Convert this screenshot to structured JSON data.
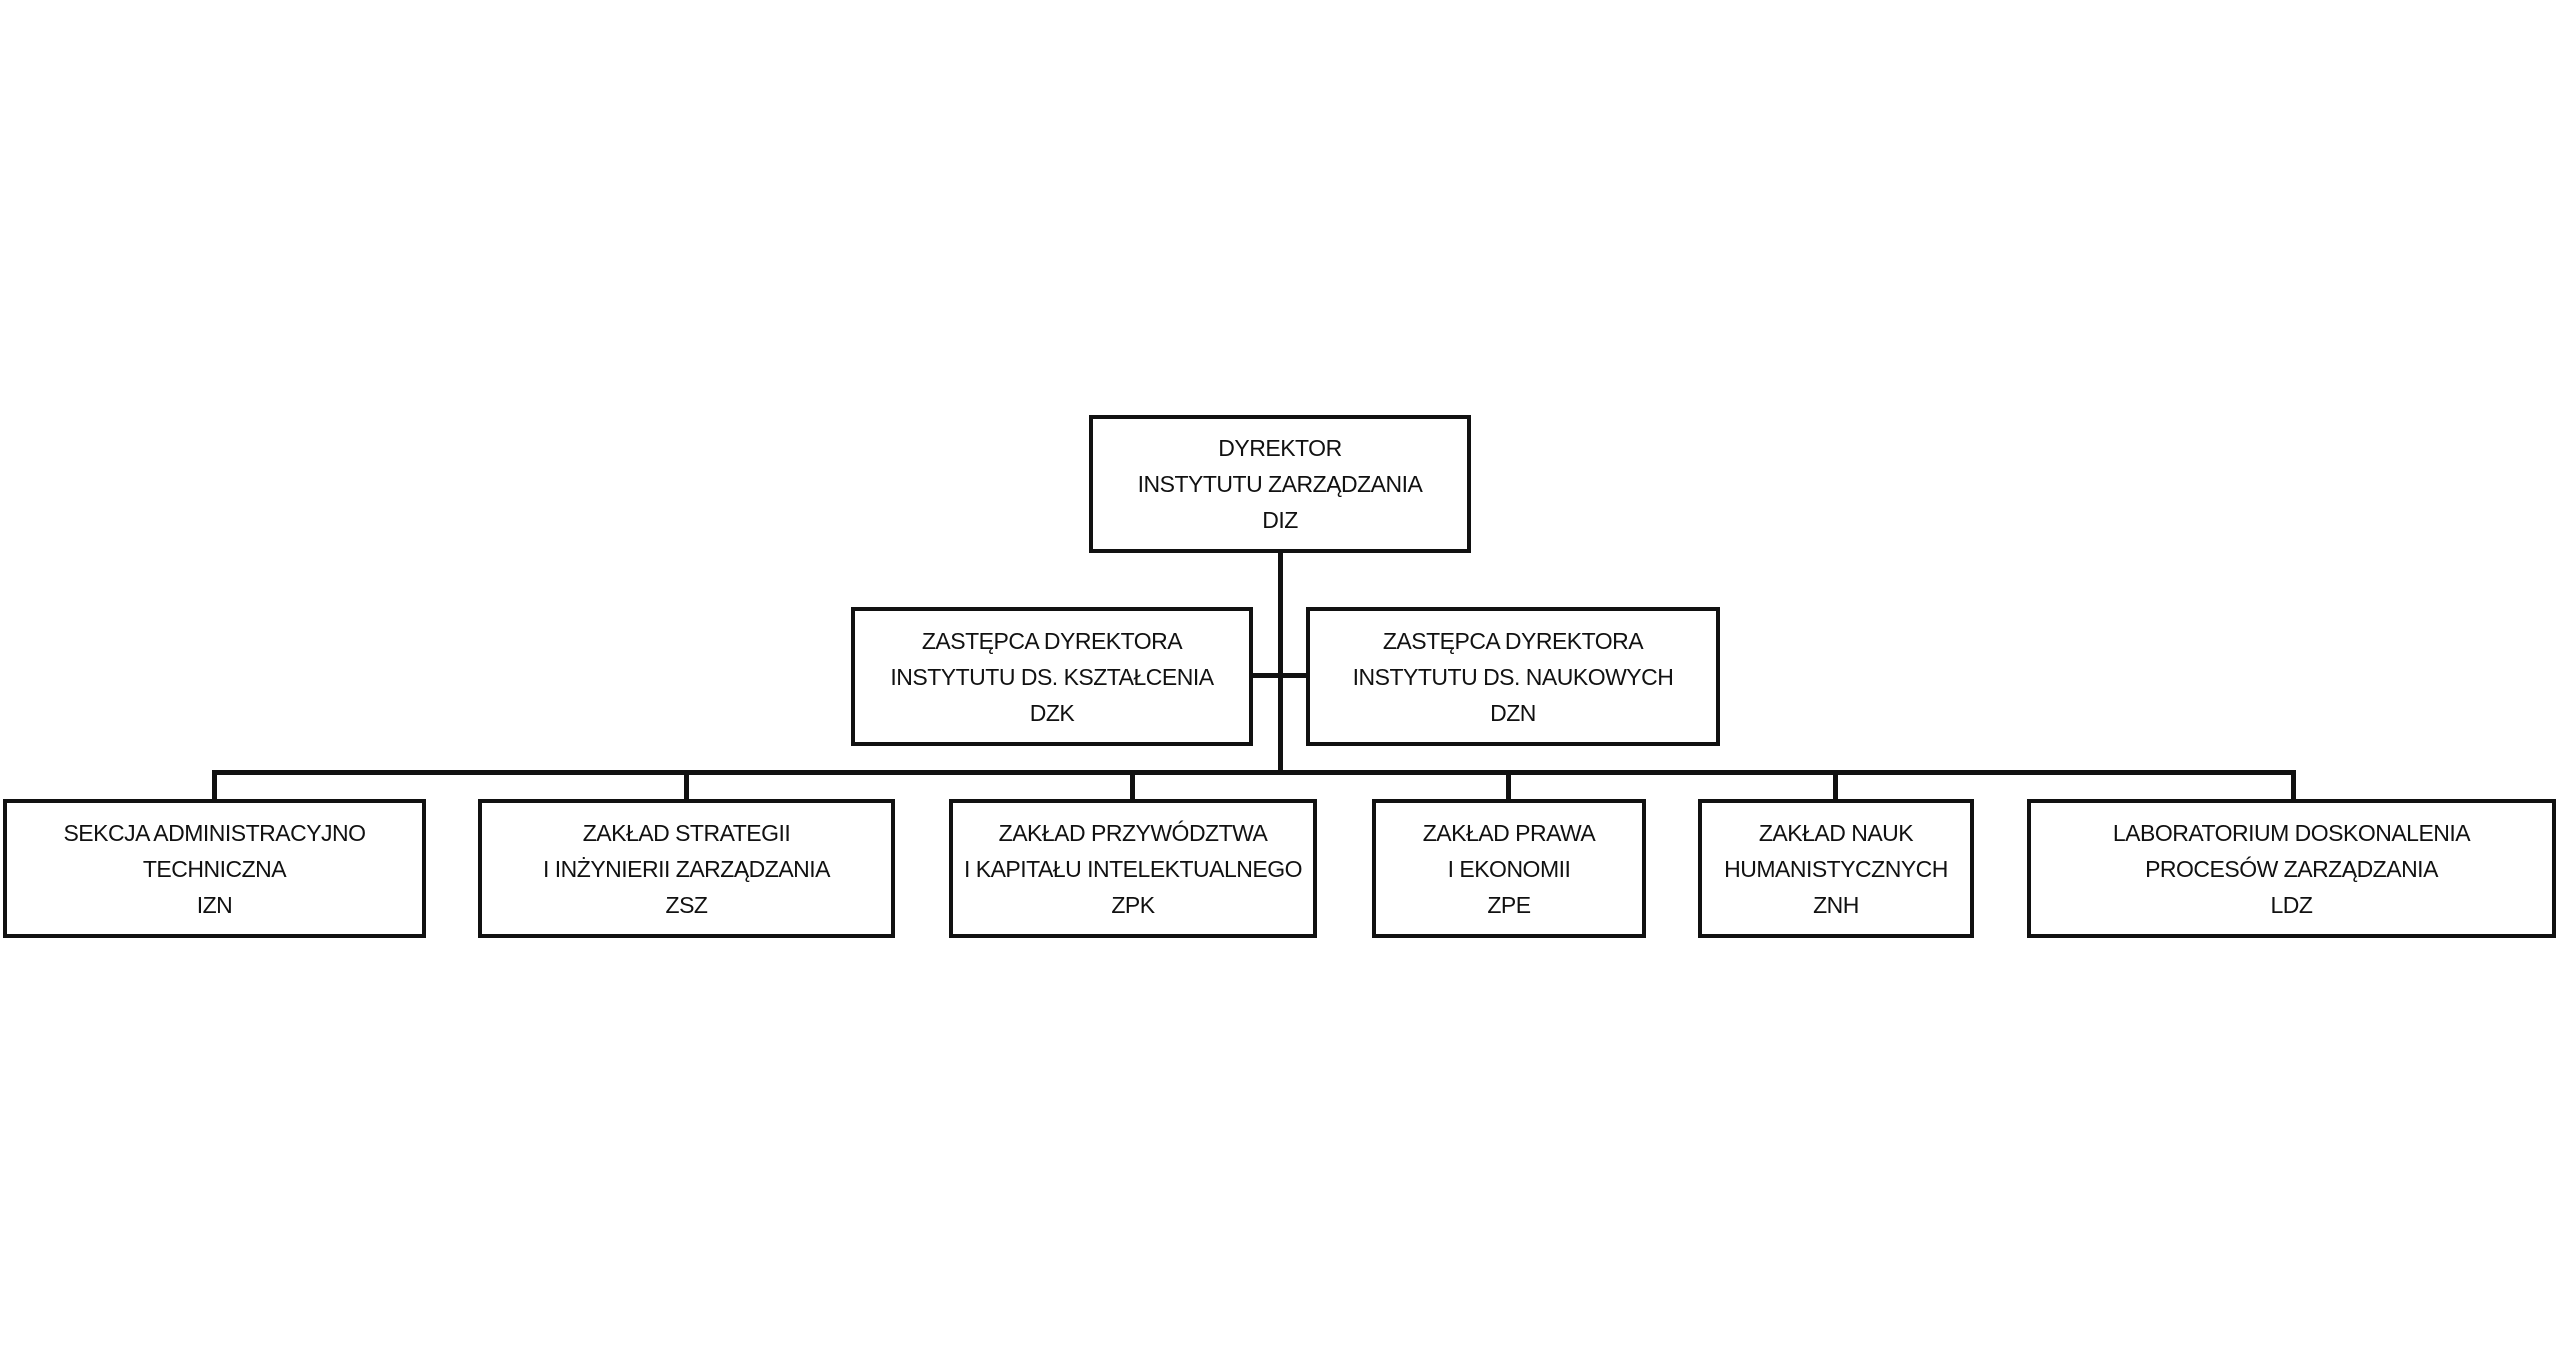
{
  "director": {
    "lines": [
      "DYREKTOR",
      "INSTYTUTU ZARZĄDZANIA",
      "DIZ"
    ]
  },
  "deputies": [
    {
      "lines": [
        "ZASTĘPCA DYREKTORA",
        "INSTYTUTU DS. KSZTAŁCENIA",
        "DZK"
      ]
    },
    {
      "lines": [
        "ZASTĘPCA DYREKTORA",
        "INSTYTUTU DS. NAUKOWYCH",
        "DZN"
      ]
    }
  ],
  "units": [
    {
      "lines": [
        "SEKCJA ADMINISTRACYJNO",
        "TECHNICZNA",
        "IZN"
      ]
    },
    {
      "lines": [
        "ZAKŁAD STRATEGII",
        "I INŻYNIERII ZARZĄDZANIA",
        "ZSZ"
      ]
    },
    {
      "lines": [
        "ZAKŁAD PRZYWÓDZTWA",
        "I KAPITAŁU INTELEKTUALNEGO",
        "ZPK"
      ]
    },
    {
      "lines": [
        "ZAKŁAD PRAWA",
        "I EKONOMII",
        "ZPE"
      ]
    },
    {
      "lines": [
        "ZAKŁAD NAUK",
        "HUMANISTYCZNYCH",
        "ZNH"
      ]
    },
    {
      "lines": [
        "LABORATORIUM DOSKONALENIA",
        "PROCESÓW ZARZĄDZANIA",
        "LDZ"
      ]
    }
  ]
}
